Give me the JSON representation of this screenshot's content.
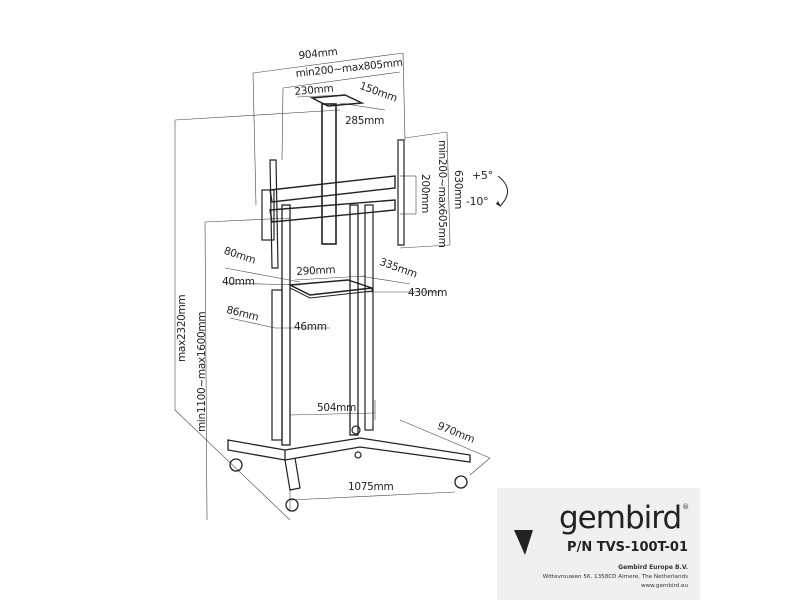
{
  "dimensions": {
    "overall_width": "904mm",
    "vesa_horizontal_range": "min200~max805mm",
    "shelf_top_width": "230mm",
    "shelf_top_depth": "150mm",
    "top_bracket": "285mm",
    "mount_height": "630mm",
    "vesa_vertical_range": "min200~max605mm",
    "bracket_height": "200mm",
    "tilt_up": "+5°",
    "tilt_down": "-10°",
    "dim_80": "80mm",
    "dim_40": "40mm",
    "shelf_width": "290mm",
    "shelf_depth": "335mm",
    "shelf_outer": "430mm",
    "dim_86": "86mm",
    "dim_46": "46mm",
    "inner_base": "504mm",
    "base_depth": "970mm",
    "base_width": "1075mm",
    "max_height": "max2320mm",
    "center_height_range": "min1100~max1600mm"
  },
  "label": {
    "brand": "gembird",
    "registered": "®",
    "part_number": "P/N TVS-100T-01",
    "company": "Gembird Europe B.V.",
    "address": "Wittevrouwen 56, 1358CD Almere, The Netherlands",
    "website": "www.gembird.eu"
  }
}
